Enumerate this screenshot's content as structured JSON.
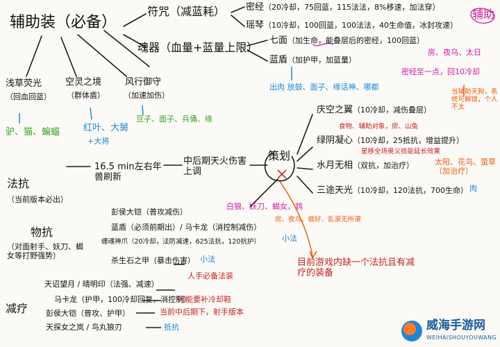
{
  "title": "辅助装（必备）",
  "l1": {
    "talisman": "符咒（减蓝耗）",
    "soul": "魂器（血量+蓝量上限）"
  },
  "talisman_items": [
    {
      "name": "密经",
      "desc": "（20冷却，75回蓝，115法法，8%移速，加法穿）"
    },
    {
      "name": "瑶琴",
      "desc": "（10冷却，100回蓝，100法法，40生命值，冰封攻速）"
    }
  ],
  "soul_items": [
    {
      "name": "七面",
      "desc": "（加生命，能叠层后的密经，100回蓝）",
      "note": "房、夜乌、太日"
    },
    {
      "name": "蓝盾",
      "desc": "（加护甲，加蓝量）",
      "note": "密经至一点，回10冷却"
    }
  ],
  "soul_bottom_note": "出肉 放鼓、面子、缘话神、哪都",
  "side_note": "辅助",
  "categories": [
    {
      "title": "浅草荧光",
      "sub": "（回血回蓝）",
      "items": "驴、猫、蝙蝠"
    },
    {
      "title": "空灵之境",
      "sub": "（群体盾）",
      "items": "红叶、大舅",
      "items2": "+大将"
    },
    {
      "title": "风行御守",
      "sub": "（加速加伤）",
      "items": "豆子、面子、兵俑、缘"
    }
  ],
  "right_items": [
    {
      "name": "庆空之翼",
      "desc": "（10冷却，减伤叠层）",
      "note": "食物、辅助对象，房、山兔",
      "right": "当辅助天狗，系统可解锁，个人不太"
    },
    {
      "name": "绿阴凝心",
      "desc": "（10冷却，25抵抗，增益提升）",
      "note": "星移全场奥义技能延长效果"
    },
    {
      "name": "水月无相",
      "desc": "（双抗，加治疗）",
      "note": "太阳、花鸟、萤草（加治疗）"
    },
    {
      "name": "三途天光",
      "desc": "（10冷却，120法抗，700生命）",
      "note": "肉"
    }
  ],
  "center": {
    "label": "策划",
    "mid": "中后期天火伤害上调",
    "left": "16.5 min左右年兽刷新",
    "note": "目前游戏内缺一个法抗且有减疗的装备"
  },
  "left_heads": {
    "magres": "法抗",
    "magres_sub": "（当前版本必出）",
    "physres": "物抗",
    "physres_sub": "（对面射手、妖刀、蝎女等打野强势）",
    "heal": "减疗"
  },
  "magres_items": [
    {
      "text": "彭侯大铠（普攻减伤）",
      "note": "白狼、妖刀、蝎女、鸩"
    },
    {
      "text": "蓝盾（必须前期出）/ 马卡龙（消控制减伤）",
      "note": "房、夜乌、做好、乱滚无所谓"
    },
    {
      "text": "缠魂神爪（20冷却，法防减速，625法抗，120抗护）",
      "note": "小法"
    },
    {
      "text": "杀生石之甲（暴击伤害）",
      "note": "小法"
    }
  ],
  "heal_items": [
    {
      "text": "天诏望月 / 晴明印（法强、减速）",
      "note": "人手必备法装"
    },
    {
      "text": "马卡龙（护甲，100冷却回复，消控制）",
      "note": "可能要补冷却鞋"
    },
    {
      "text": "彭侯大铠（普攻、护甲）",
      "note": "当前中后期下，射手版本"
    },
    {
      "text": "天探女之岚 / 鸟丸狼刃",
      "note": "抵抗"
    }
  ],
  "watermark": {
    "cn": "威海手游网",
    "en": "WEIHAISHOUYOUWANG"
  }
}
